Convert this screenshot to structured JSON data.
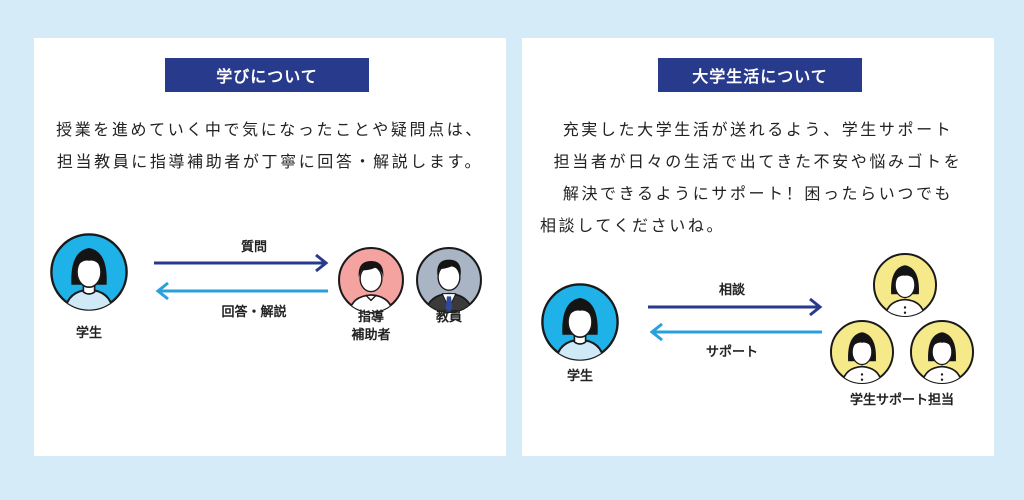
{
  "learning": {
    "title": "学びについて",
    "text_line1": "授業を進めていく中で気になったことや疑問点は、",
    "text_line2": "担当教員に指導補助者が丁寧に回答・解説します。",
    "arrow_top_label": "質問",
    "arrow_bottom_label": "回答・解説",
    "student_label": "学生",
    "assistant_label_1": "指導",
    "assistant_label_2": "補助者",
    "teacher_label": "教員"
  },
  "campus": {
    "title": "大学生活について",
    "text_line1": "充実した大学生活が送れるよう、学生サポート",
    "text_line2": "担当者が日々の生活で出てきた不安や悩みゴトを",
    "text_line3": "解決できるようにサポート！困ったらいつでも",
    "text_line4": "相談してくださいね。",
    "arrow_top_label": "相談",
    "arrow_bottom_label": "サポート",
    "student_label": "学生",
    "staff_label": "学生サポート担当"
  },
  "colors": {
    "background": "#d5ecf8",
    "badge": "#283a8c",
    "arrow_dark": "#283a8c",
    "arrow_light": "#29a0dc",
    "student_circle": "#1fb2e8",
    "assistant_circle": "#f4a3a0",
    "teacher_circle": "#a9b4c5",
    "staff_circle": "#f6e98a"
  }
}
